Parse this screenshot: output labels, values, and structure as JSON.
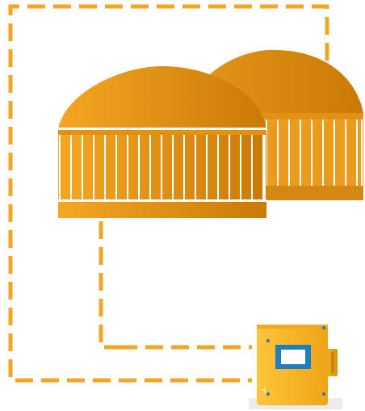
{
  "diagram": {
    "kind": "biogas-tank-monitoring-illustration",
    "components": [
      {
        "id": "tank-front",
        "icon": "biogas-digester-tank-icon"
      },
      {
        "id": "tank-back",
        "icon": "biogas-digester-tank-icon"
      },
      {
        "id": "analyzer",
        "icon": "gas-analyzer-device-icon"
      }
    ],
    "connections": [
      {
        "from": "tank-front",
        "to": "analyzer",
        "style": "dashed"
      },
      {
        "from": "tank-back",
        "to": "analyzer",
        "style": "dashed"
      }
    ]
  },
  "colors": {
    "line": "#F2A623",
    "tank_light": "#F5A623",
    "tank_dark": "#C97A05",
    "tank_band": "#E39113",
    "device_body": "#F7B51E",
    "device_screen_frame": "#1E7FC0",
    "device_screen": "#FFFFFF",
    "background": "#FFFFFF"
  }
}
